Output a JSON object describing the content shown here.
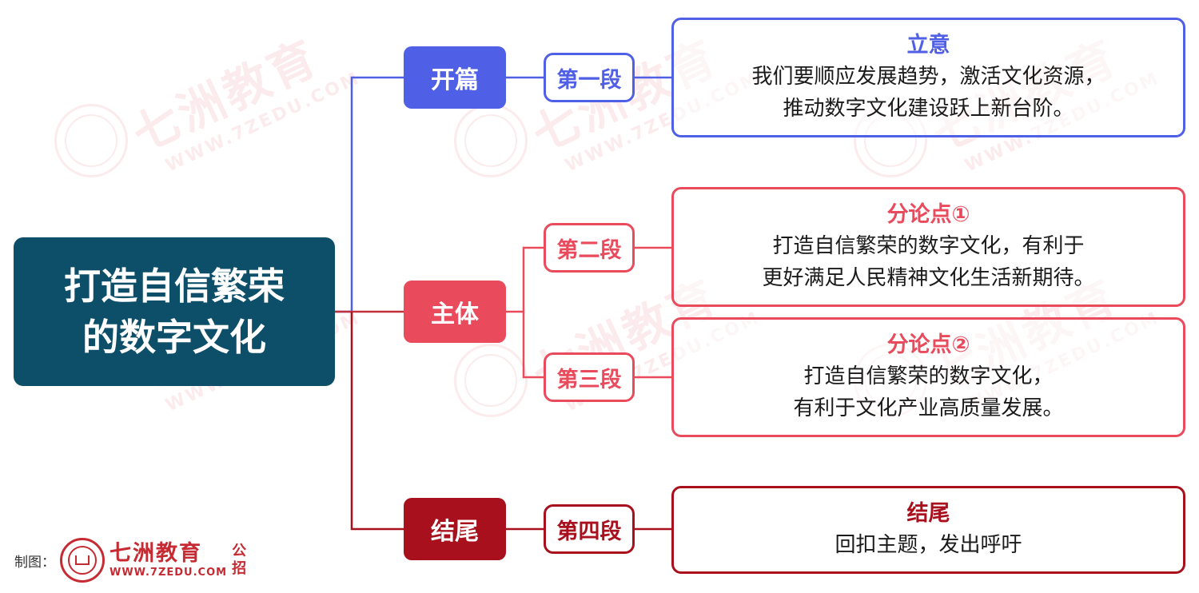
{
  "colors": {
    "root": "#0d4e69",
    "opening": "#4f5fe6",
    "body": "#e94a5c",
    "ending": "#a8101d",
    "brand": "#c62a32"
  },
  "root": {
    "line1": "打造自信繁荣",
    "line2": "的数字文化"
  },
  "sections": {
    "opening": {
      "label": "开篇"
    },
    "body": {
      "label": "主体"
    },
    "ending": {
      "label": "结尾"
    }
  },
  "paragraphs": {
    "p1": "第一段",
    "p2": "第二段",
    "p3": "第三段",
    "p4": "第四段"
  },
  "cards": {
    "c1": {
      "title": "立意",
      "line1": "我们要顺应发展趋势，激活文化资源，",
      "line2": "推动数字文化建设跃上新台阶。"
    },
    "c2": {
      "title": "分论点①",
      "line1": "打造自信繁荣的数字文化，有利于",
      "line2": "更好满足人民精神文化生活新期待。"
    },
    "c3": {
      "title": "分论点②",
      "line1": "打造自信繁荣的数字文化，",
      "line2": "有利于文化产业高质量发展。"
    },
    "c4": {
      "title": "结尾",
      "line1": "回扣主题，发出呼吁"
    }
  },
  "footer": {
    "label": "制图：",
    "brand": "七洲教育",
    "url": "WWW.7ZEDU.COM",
    "tag1": "公",
    "tag2": "招"
  }
}
